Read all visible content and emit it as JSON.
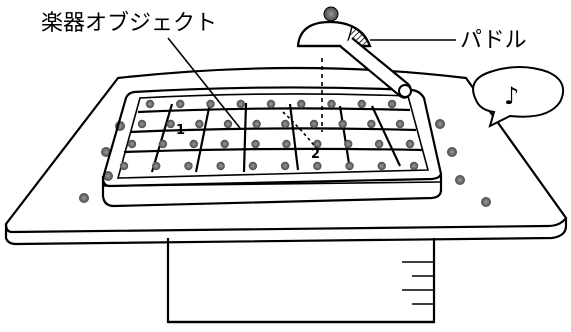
{
  "labels": {
    "instrument_object": "楽器オブジェクト",
    "paddle": "パドル",
    "grid_mark_1": "1",
    "grid_mark_2": "2",
    "speech_note": "♪"
  },
  "colors": {
    "line": "#000000",
    "dot": "#7a7a7a",
    "paddle_hatch": "#000000",
    "background": "#ffffff"
  },
  "icons": {
    "speech_bubble": "speech-bubble-icon",
    "music_note": "music-note-icon"
  }
}
